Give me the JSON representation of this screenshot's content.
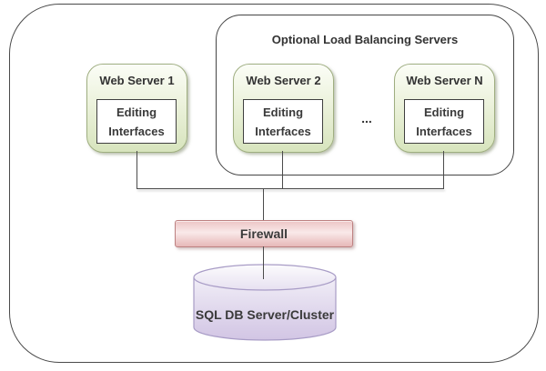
{
  "diagram": {
    "load_balancer_group_label": "Optional Load Balancing Servers",
    "servers": [
      {
        "label": "Web Server 1",
        "component": "Editing Interfaces"
      },
      {
        "label": "Web Server 2",
        "component": "Editing Interfaces"
      },
      {
        "label": "Web Server N",
        "component": "Editing Interfaces"
      }
    ],
    "ellipsis_label": "...",
    "firewall_label": "Firewall",
    "database_label": "SQL DB Server/Cluster",
    "colors": {
      "line": "#4b4b4b",
      "server_border": "#9fae80",
      "server_fill_top": "#fbfdf6",
      "server_fill_bottom": "#d7e4bd",
      "firewall_border": "#bd8181",
      "firewall_fill": "#f1d2d2",
      "database_border": "#a89cc6",
      "database_fill": "#d7cbe7"
    }
  }
}
